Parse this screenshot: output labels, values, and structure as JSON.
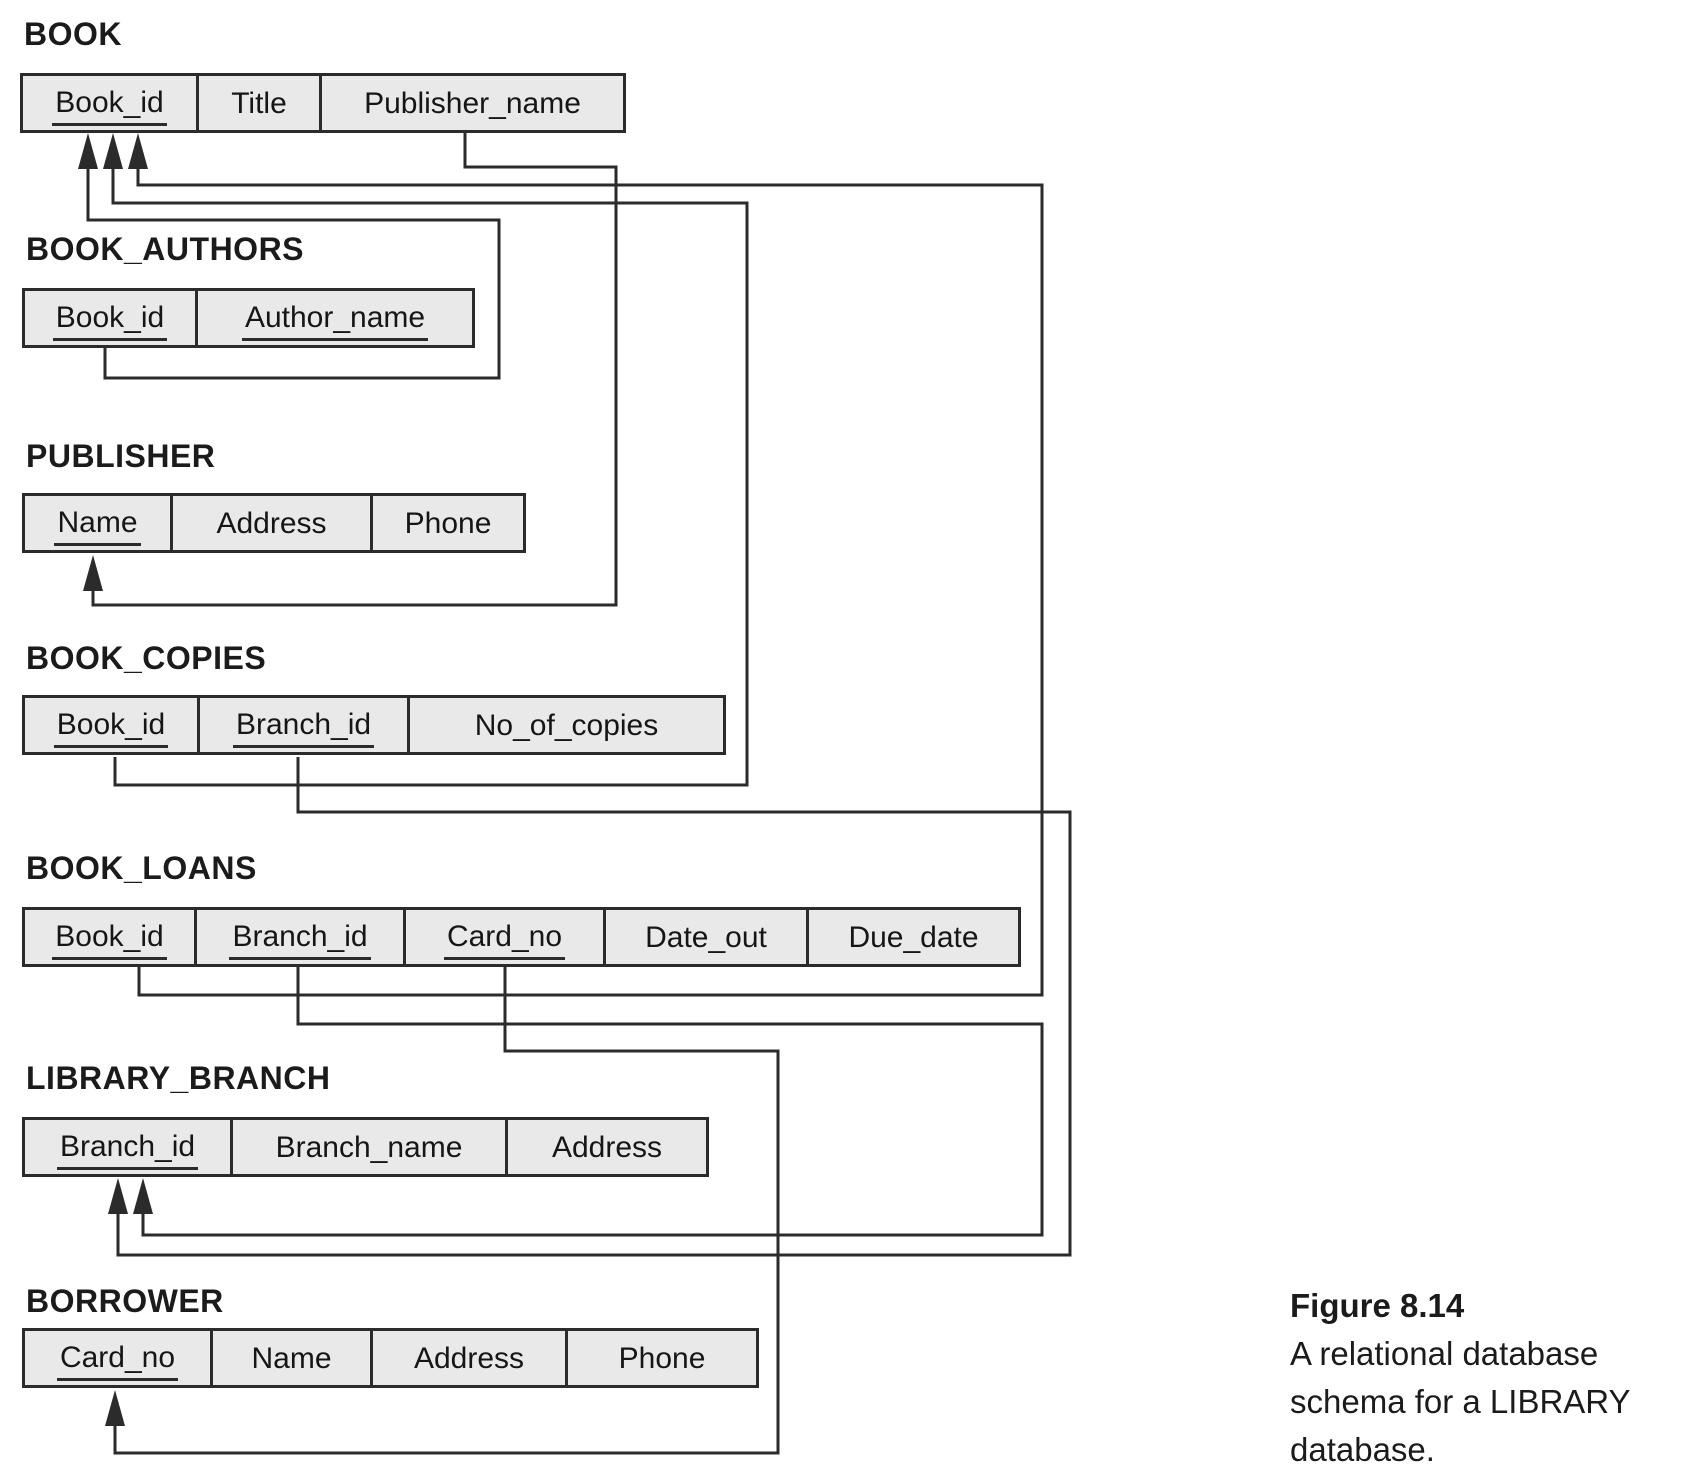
{
  "diagram": {
    "tables": [
      {
        "id": "book",
        "name": "BOOK",
        "columns": [
          {
            "label": "Book_id",
            "key": true
          },
          {
            "label": "Title",
            "key": false
          },
          {
            "label": "Publisher_name",
            "key": false
          }
        ]
      },
      {
        "id": "book_authors",
        "name": "BOOK_AUTHORS",
        "columns": [
          {
            "label": "Book_id",
            "key": true
          },
          {
            "label": "Author_name",
            "key": true
          }
        ]
      },
      {
        "id": "publisher",
        "name": "PUBLISHER",
        "columns": [
          {
            "label": "Name",
            "key": true
          },
          {
            "label": "Address",
            "key": false
          },
          {
            "label": "Phone",
            "key": false
          }
        ]
      },
      {
        "id": "book_copies",
        "name": "BOOK_COPIES",
        "columns": [
          {
            "label": "Book_id",
            "key": true
          },
          {
            "label": "Branch_id",
            "key": true
          },
          {
            "label": "No_of_copies",
            "key": false
          }
        ]
      },
      {
        "id": "book_loans",
        "name": "BOOK_LOANS",
        "columns": [
          {
            "label": "Book_id",
            "key": true
          },
          {
            "label": "Branch_id",
            "key": true
          },
          {
            "label": "Card_no",
            "key": true
          },
          {
            "label": "Date_out",
            "key": false
          },
          {
            "label": "Due_date",
            "key": false
          }
        ]
      },
      {
        "id": "library_branch",
        "name": "LIBRARY_BRANCH",
        "columns": [
          {
            "label": "Branch_id",
            "key": true
          },
          {
            "label": "Branch_name",
            "key": false
          },
          {
            "label": "Address",
            "key": false
          }
        ]
      },
      {
        "id": "borrower",
        "name": "BORROWER",
        "columns": [
          {
            "label": "Card_no",
            "key": true
          },
          {
            "label": "Name",
            "key": false
          },
          {
            "label": "Address",
            "key": false
          },
          {
            "label": "Phone",
            "key": false
          }
        ]
      }
    ],
    "connections": [
      {
        "from": "BOOK_AUTHORS.Book_id",
        "to": "BOOK.Book_id"
      },
      {
        "from": "BOOK_COPIES.Book_id",
        "to": "BOOK.Book_id"
      },
      {
        "from": "BOOK_LOANS.Book_id",
        "to": "BOOK.Book_id"
      },
      {
        "from": "BOOK.Publisher_name",
        "to": "PUBLISHER.Name"
      },
      {
        "from": "BOOK_COPIES.Branch_id",
        "to": "LIBRARY_BRANCH.Branch_id"
      },
      {
        "from": "BOOK_LOANS.Branch_id",
        "to": "LIBRARY_BRANCH.Branch_id"
      },
      {
        "from": "BOOK_LOANS.Card_no",
        "to": "BORROWER.Card_no"
      }
    ]
  },
  "caption": {
    "label": "Figure 8.14",
    "lines": [
      "A relational database",
      "schema for a LIBRARY",
      "database."
    ]
  },
  "colors": {
    "cell_fill": "#e9e9e9",
    "line": "#2b2b2b",
    "text": "#1b1b1b"
  }
}
